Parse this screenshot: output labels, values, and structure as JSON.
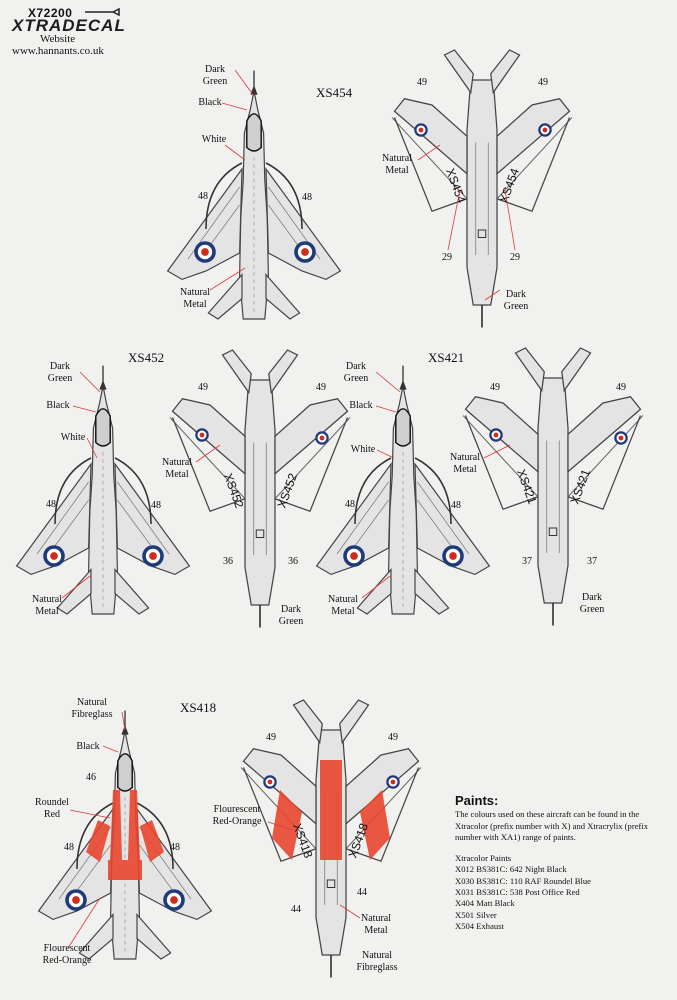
{
  "brand": {
    "code": "X72200",
    "logo": "XTRADECAL",
    "subtitle": "Website",
    "url": "www.hannants.co.uk"
  },
  "aircraft": {
    "xs454": {
      "serial": "XS454",
      "top": {
        "nose_dark": "Dark Green",
        "nose_black": "Black",
        "white": "White",
        "stripe_num": "48",
        "natural_metal": "Natural Metal"
      },
      "bottom": {
        "wing_num": "49",
        "natural_metal": "Natural Metal",
        "fuselage_num": "29",
        "tail_dark": "Dark Green",
        "wing_text_left": "XS454",
        "wing_text_right": "XS454"
      }
    },
    "xs452": {
      "serial": "XS452",
      "top": {
        "nose_dark": "Dark Green",
        "nose_black": "Black",
        "white": "White",
        "stripe_num": "48",
        "natural_metal": "Natural Metal"
      },
      "bottom": {
        "wing_num": "49",
        "natural_metal": "Natural Metal",
        "fuselage_num": "36",
        "tail_dark": "Dark Green",
        "wing_text_left": "XS452",
        "wing_text_right": "XS452"
      }
    },
    "xs421": {
      "serial": "XS421",
      "top": {
        "nose_dark": "Dark Green",
        "nose_black": "Black",
        "white": "White",
        "stripe_num": "48",
        "natural_metal": "Natural Metal"
      },
      "bottom": {
        "wing_num": "49",
        "natural_metal": "Natural Metal",
        "fuselage_num": "37",
        "tail_dark": "Dark Green",
        "wing_text_left": "XS421",
        "wing_text_right": "XS421"
      }
    },
    "xs418": {
      "serial": "XS418",
      "top": {
        "nose_fibreglass": "Natural Fibreglass",
        "nose_black": "Black",
        "num_46": "46",
        "roundel_red": "Roundel Red",
        "stripe_num": "48",
        "flourescent": "Flourescent Red-Orange"
      },
      "bottom": {
        "wing_num": "49",
        "flourescent": "Flourescent Red-Orange",
        "fuselage_num": "44",
        "natural_metal": "Natural Metal",
        "tail_fibreglass": "Natural Fibreglass",
        "wing_text_left": "XS418",
        "wing_text_right": "XS418"
      }
    }
  },
  "paints": {
    "heading": "Paints:",
    "intro": "The colours used on these aircraft can be found in the Xtracolor (prefix number with X) and Xtracrylix (prefix number with XA1) range of paints.",
    "list_title": "Xtracolor Paints",
    "items": [
      "X012 BS381C: 642 Night Black",
      "X030 BS381C: 110 RAF Roundel Blue",
      "X031 BS381C: 538 Post Office Red",
      "X404 Matt Black",
      "X501 Silver",
      "X504 Exhaust"
    ]
  },
  "colors": {
    "background": "#f1f1f0",
    "aircraft_grey": "#e4e4e4",
    "panel_line": "#555555",
    "roundel_blue": "#1f3a7a",
    "roundel_red": "#d12a1f",
    "flourescent": "#e8452e",
    "leader_line": "#e03a3a",
    "dark_green": "#2f3a2e"
  }
}
